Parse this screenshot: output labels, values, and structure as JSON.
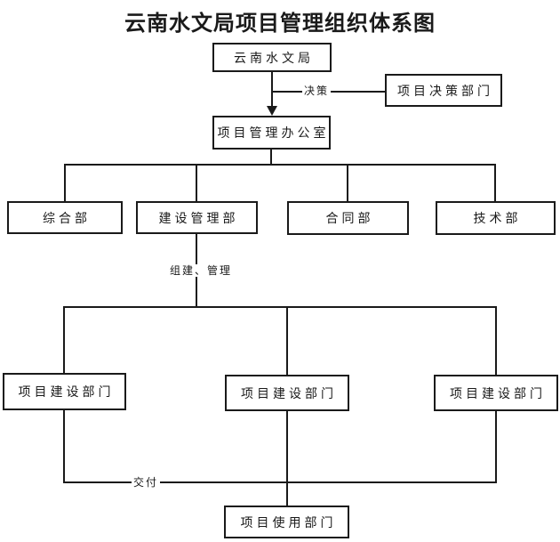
{
  "diagram": {
    "title": "云南水文局项目管理组织体系图",
    "nodes": {
      "yunnan_bureau": {
        "label": "云南水文局"
      },
      "decision_dept": {
        "label": "项目决策部门"
      },
      "pm_office": {
        "label": "项目管理办公室"
      },
      "general_dept": {
        "label": "综合部"
      },
      "construction_mgmt_dept": {
        "label": "建设管理部"
      },
      "contract_dept": {
        "label": "合同部"
      },
      "technical_dept": {
        "label": "技术部"
      },
      "project_build_dept_1": {
        "label": "项目建设部门"
      },
      "project_build_dept_2": {
        "label": "项目建设部门"
      },
      "project_build_dept_3": {
        "label": "项目建设部门"
      },
      "project_use_dept": {
        "label": "项目使用部门"
      }
    },
    "edge_labels": {
      "decision": "决策",
      "form_manage": "组建、管理",
      "delivery": "交付"
    },
    "colors": {
      "background": "#ffffff",
      "line": "#1a1a1a",
      "box_border": "#1a1a1a",
      "box_fill": "#ffffff",
      "text": "#1a1a1a"
    }
  }
}
